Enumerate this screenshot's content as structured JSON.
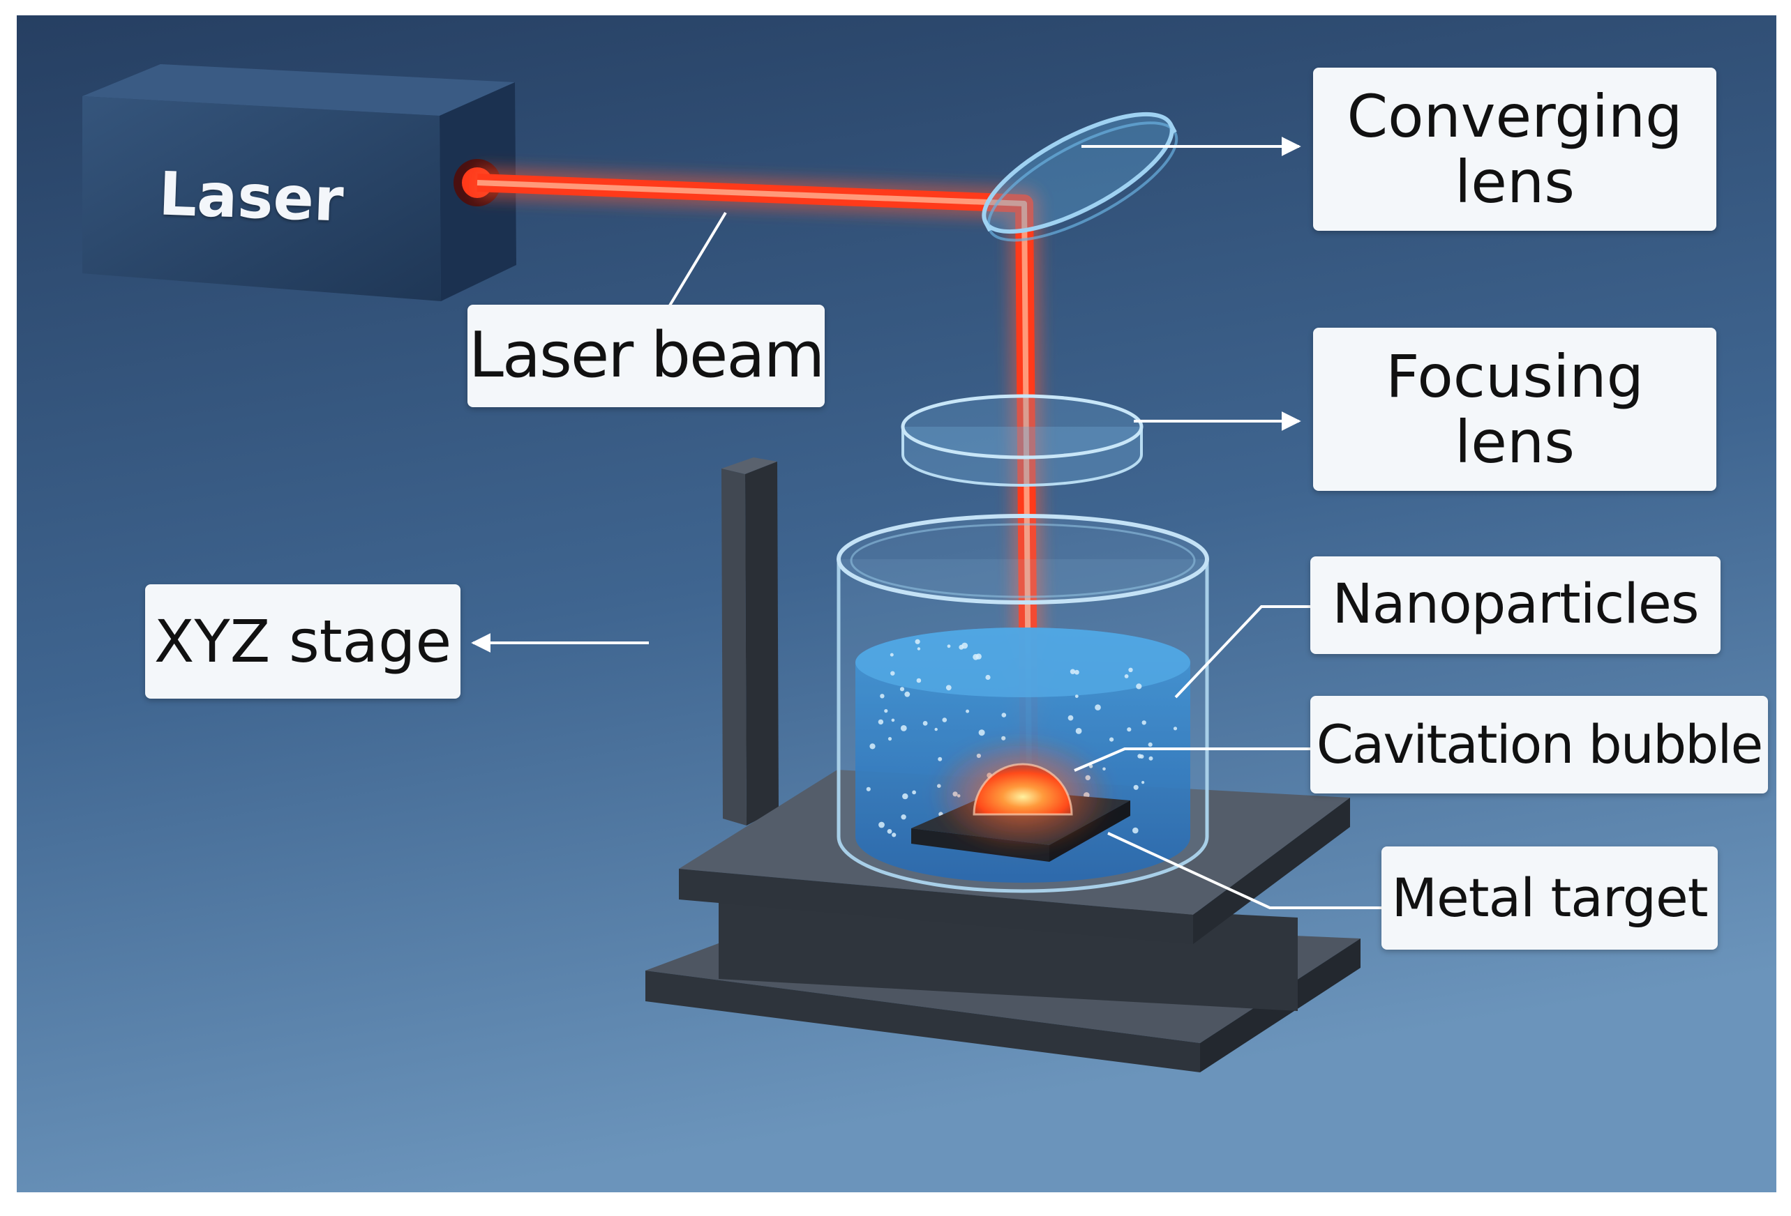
{
  "labels": {
    "laser": "Laser",
    "laser_beam": "Laser beam",
    "converging_lens": "Converging\nlens",
    "focusing_lens": "Focusing\nlens",
    "xyz_stage": "XYZ stage",
    "nanoparticles": "Nanoparticles",
    "cavitation_bubble": "Cavitation bubble",
    "metal_target": "Metal target"
  },
  "colors": {
    "background_top": "#263f62",
    "background_bottom": "#6b94bb",
    "beam": "#ff3a1a",
    "beam_glow": "#ff7a55",
    "laser_body": "#2b4668",
    "stage_metal": "#3d4450",
    "liquid": "#2e7fc4",
    "label_box": "#f4f7fa"
  },
  "icons": {
    "laser_device": "laser-device-icon",
    "converging_lens": "lens-disc-icon",
    "focusing_lens": "lens-ring-icon",
    "beaker": "beaker-icon",
    "bubble": "cavitation-bubble-icon",
    "target": "metal-plate-icon",
    "stage": "xyz-stage-icon"
  }
}
